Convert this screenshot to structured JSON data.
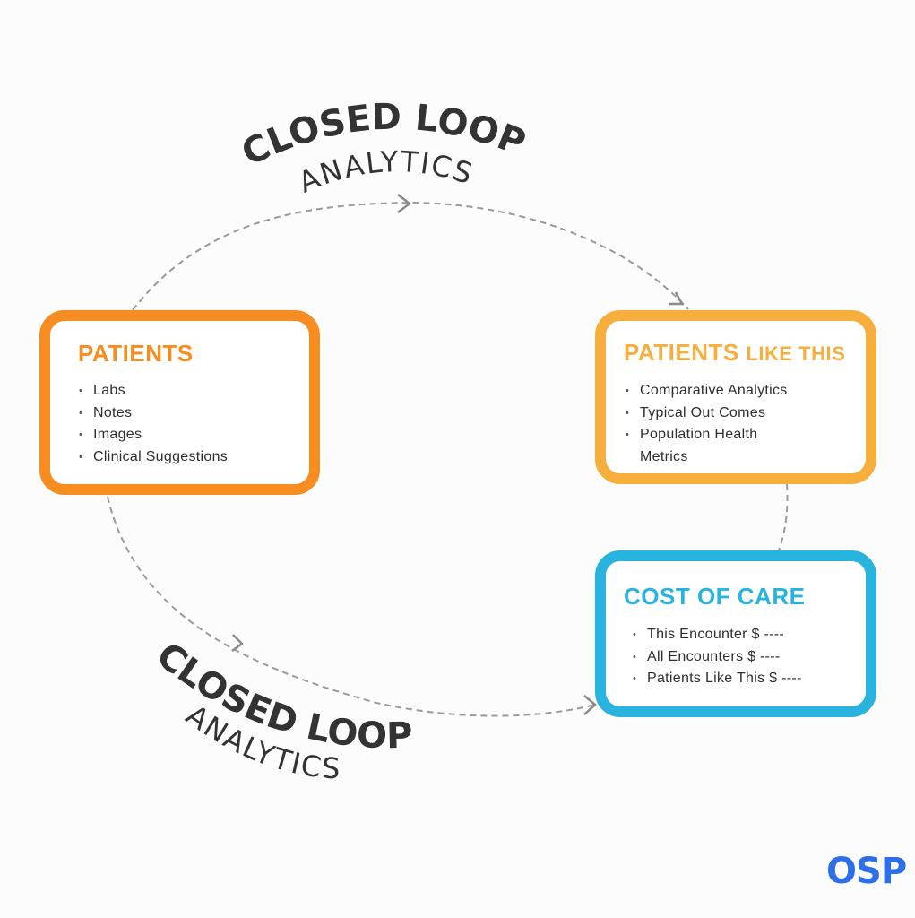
{
  "diagram": {
    "loop_label_top": {
      "line1": "CLOSED LOOP",
      "line2": "ANALYTICS"
    },
    "loop_label_bottom": {
      "line1": "CLOSED LOOP",
      "line2": "ANALYTICS"
    },
    "cards": {
      "patients": {
        "title": "PATIENTS",
        "items": [
          "Labs",
          "Notes",
          "Images",
          "Clinical Suggestions"
        ],
        "color": "#f78d21"
      },
      "patients_like_this": {
        "title_main": "PATIENTS",
        "title_suffix": "LIKE THIS",
        "items": [
          "Comparative Analytics",
          "Typical Out Comes",
          "Population Health Metrics"
        ],
        "color": "#f6ae3d"
      },
      "cost_of_care": {
        "title": "COST OF CARE",
        "items": [
          "This Encounter $ ----",
          "All Encounters $ ----",
          "Patients Like This $ ----"
        ],
        "color": "#29b3df"
      }
    },
    "connector_color": "#9a9a9a"
  },
  "logo": {
    "text": "OSP",
    "color": "#2c6fe8"
  }
}
